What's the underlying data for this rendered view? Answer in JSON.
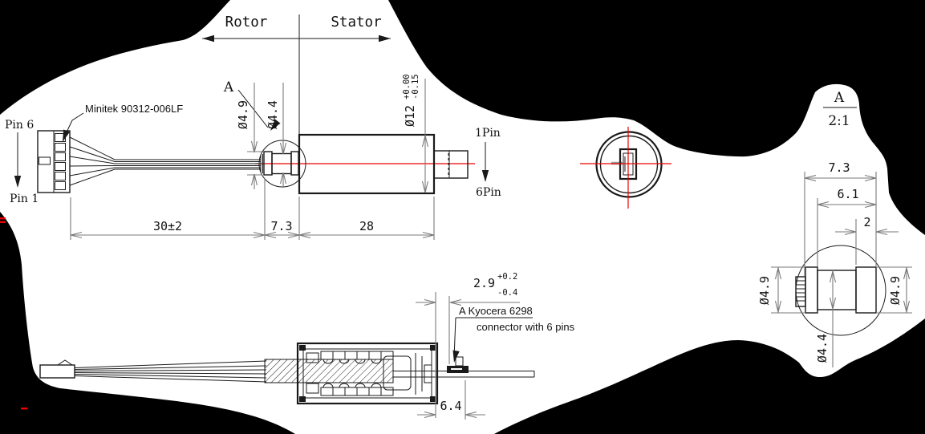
{
  "drawing": {
    "header": {
      "rotor": "Rotor",
      "stator": "Stator"
    },
    "side_view": {
      "pin6": "Pin 6",
      "pin1": "Pin 1",
      "connector_note": "Minitek 90312-006LF",
      "section_label": "A",
      "dia_flange": "Ø4.9",
      "dia_shaft": "Ø4.4",
      "dia_body": "Ø12",
      "dia_body_tol_upper": "+0.00",
      "dia_body_tol_lower": "-0.15",
      "pin1_right": "1Pin",
      "pin6_right": "6Pin",
      "dim_wire": "30±2",
      "dim_rotor": "7.3",
      "dim_stator": "28"
    },
    "bottom_view": {
      "dim_protrusion": "2.9",
      "tol_upper": "+0.2",
      "tol_lower": "-0.4",
      "note_line1": "A Kyocera 6298",
      "note_line2": "connector with 6 pins",
      "dim_connector": "6.4"
    },
    "detail_view": {
      "title": "A",
      "scale": "2:1",
      "dim_total": "7.3",
      "dim_inner": "6.1",
      "dim_flange": "2",
      "dia_left": "Ø4.9",
      "dia_right": "Ø4.9",
      "dia_center": "Ø4.4"
    },
    "colors": {
      "background": "#000000",
      "paper": "#ffffff",
      "line": "#1a1a1a",
      "dimension": "#7a7a7a",
      "centerline": "#ee0000"
    }
  }
}
